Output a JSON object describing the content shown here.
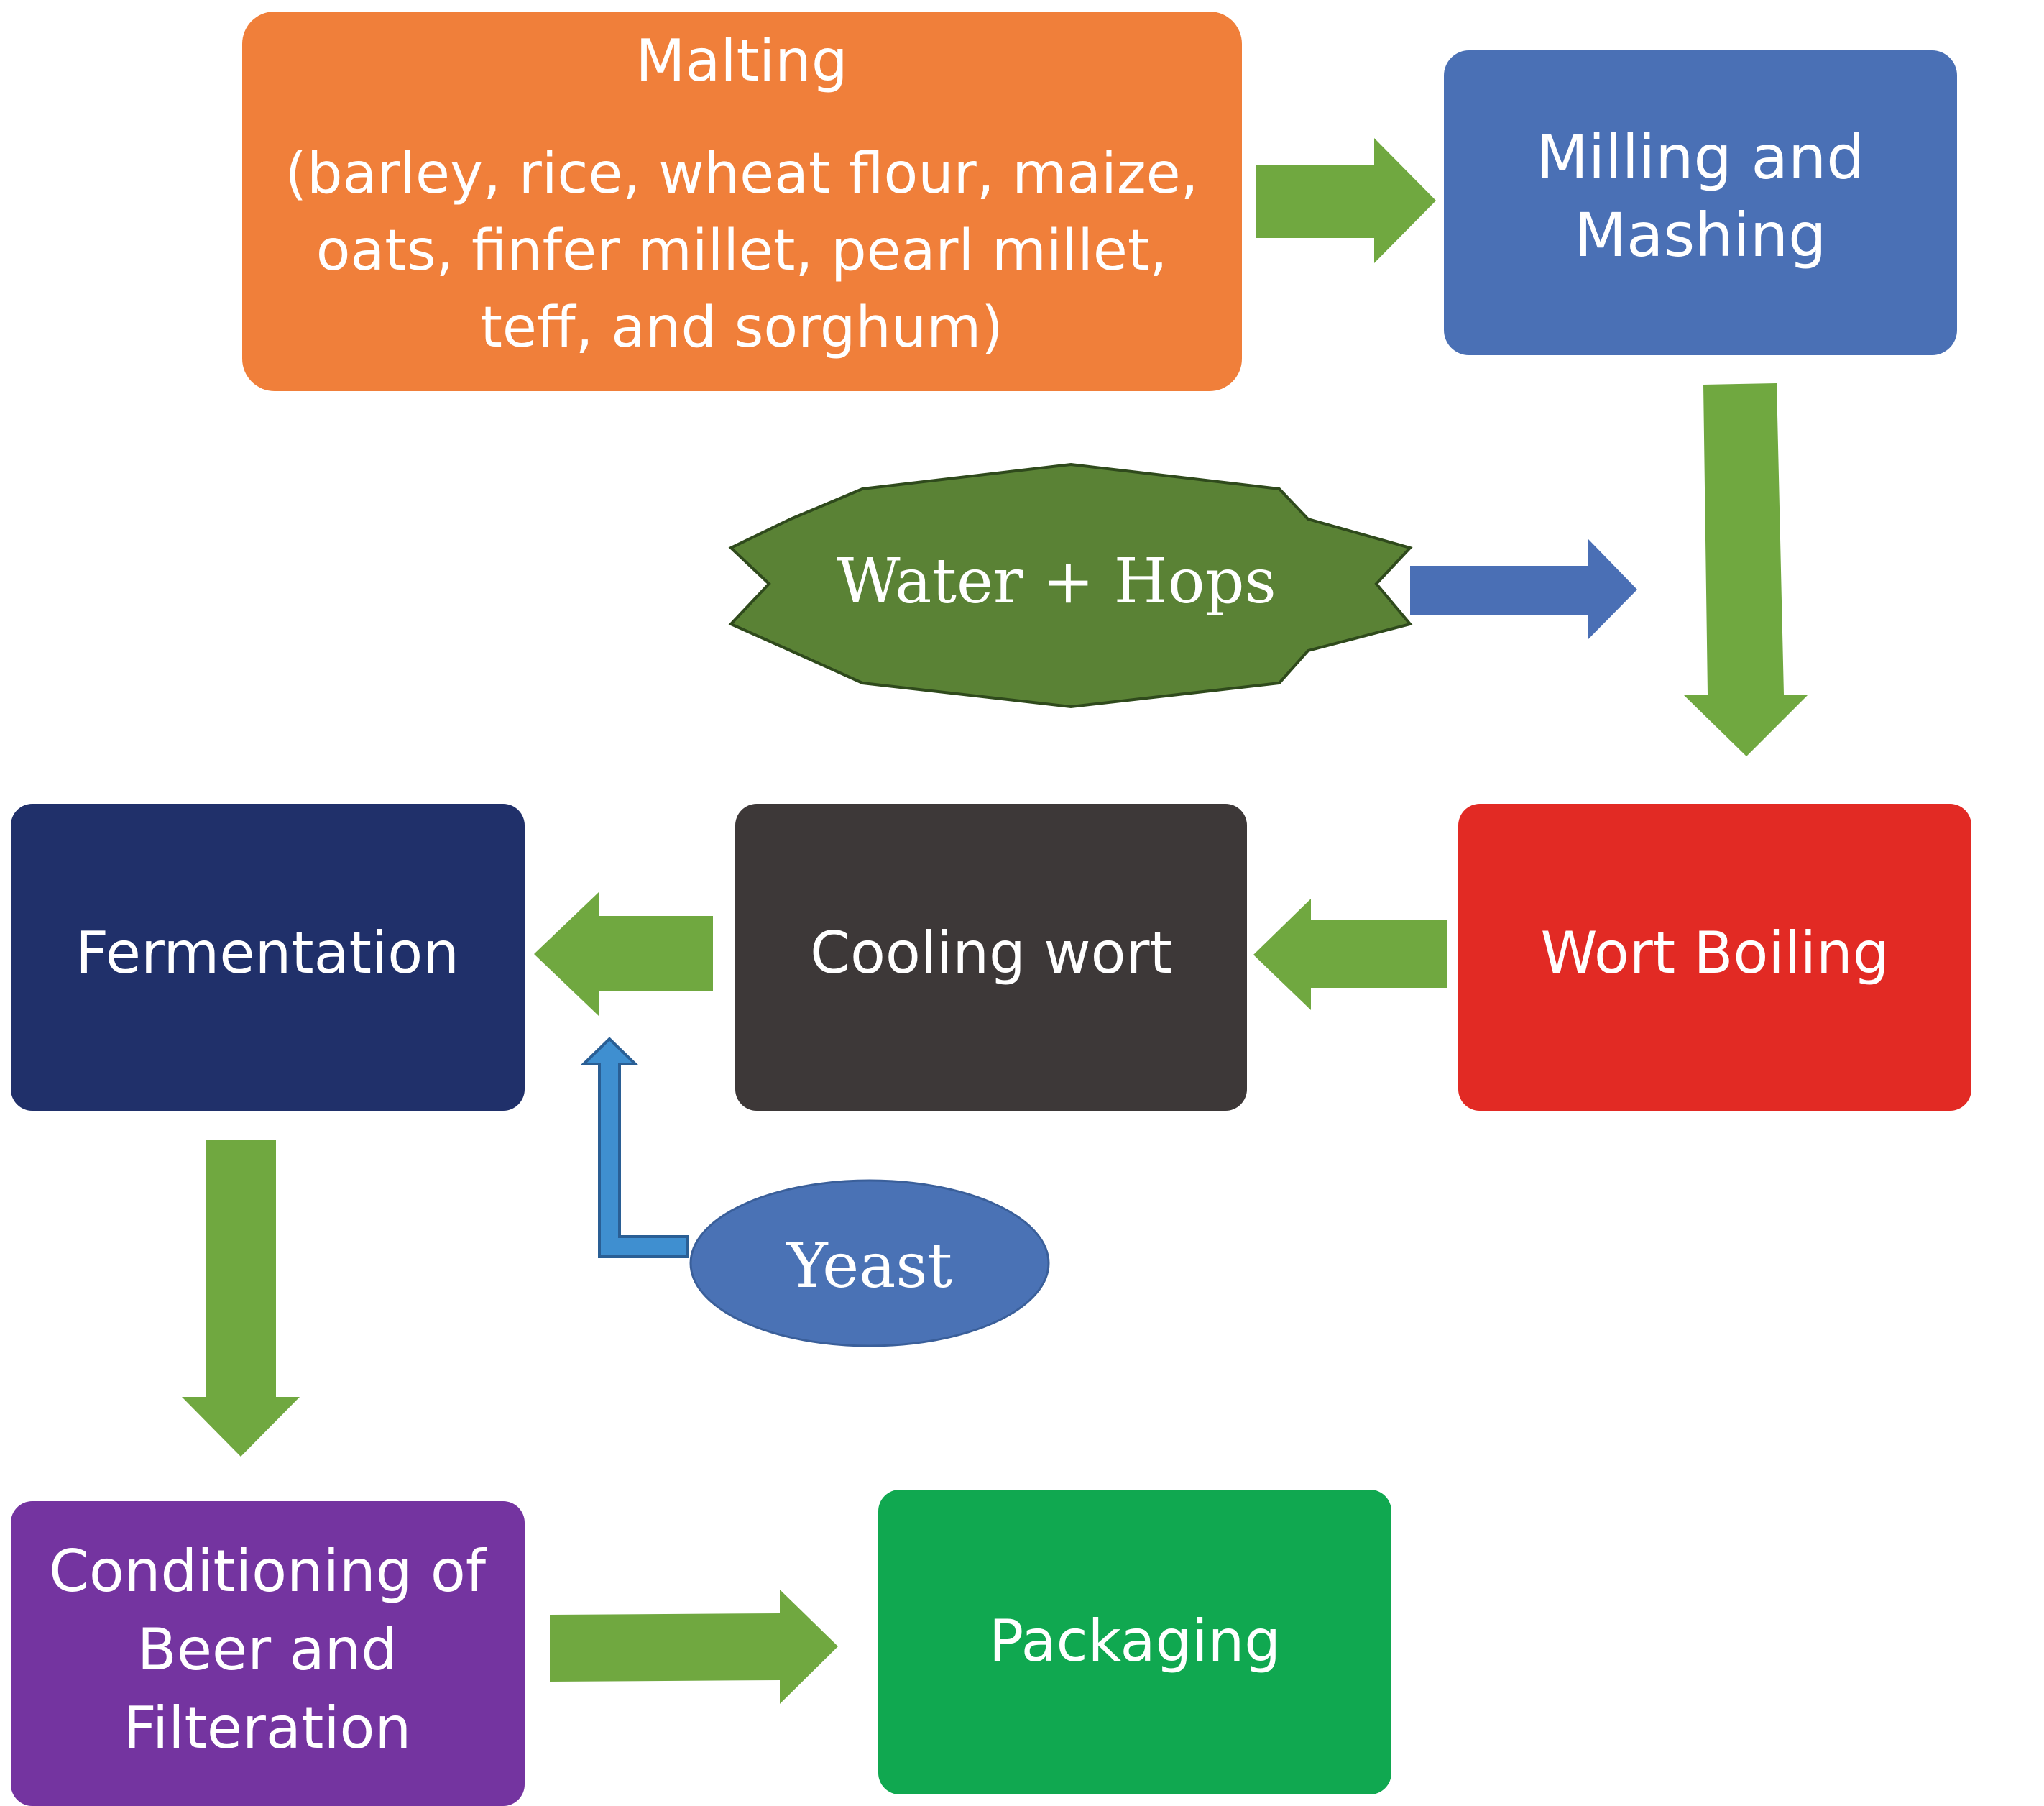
{
  "nodes": {
    "malting": {
      "title": "Malting",
      "line1": "(barley, rice, wheat flour, maize,",
      "line2": "oats, finfer millet, pearl millet,",
      "line3": "teff, and sorghum)",
      "color": "#f07f3a"
    },
    "milling": {
      "line1": "Milling and",
      "line2": "Mashing",
      "color": "#4a70b5"
    },
    "water_hops": {
      "label": "Water + Hops",
      "color": "#5a8235"
    },
    "wort_boiling": {
      "label": "Wort Boiling",
      "color": "#e22a24"
    },
    "cooling": {
      "label": "Cooling wort",
      "color": "#3d3838"
    },
    "fermentation": {
      "label": "Fermentation",
      "color": "#20306a"
    },
    "yeast": {
      "label": "Yeast",
      "color": "#4a72b5"
    },
    "conditioning": {
      "line1": "Conditioning of",
      "line2": "Beer and",
      "line3": "Filteration",
      "color": "#7434a0"
    },
    "packaging": {
      "label": "Packaging",
      "color": "#10a850"
    }
  },
  "arrow_colors": {
    "flow": "#70a840",
    "input": "#4a6fb5",
    "yeast": "#3f8fd0"
  }
}
